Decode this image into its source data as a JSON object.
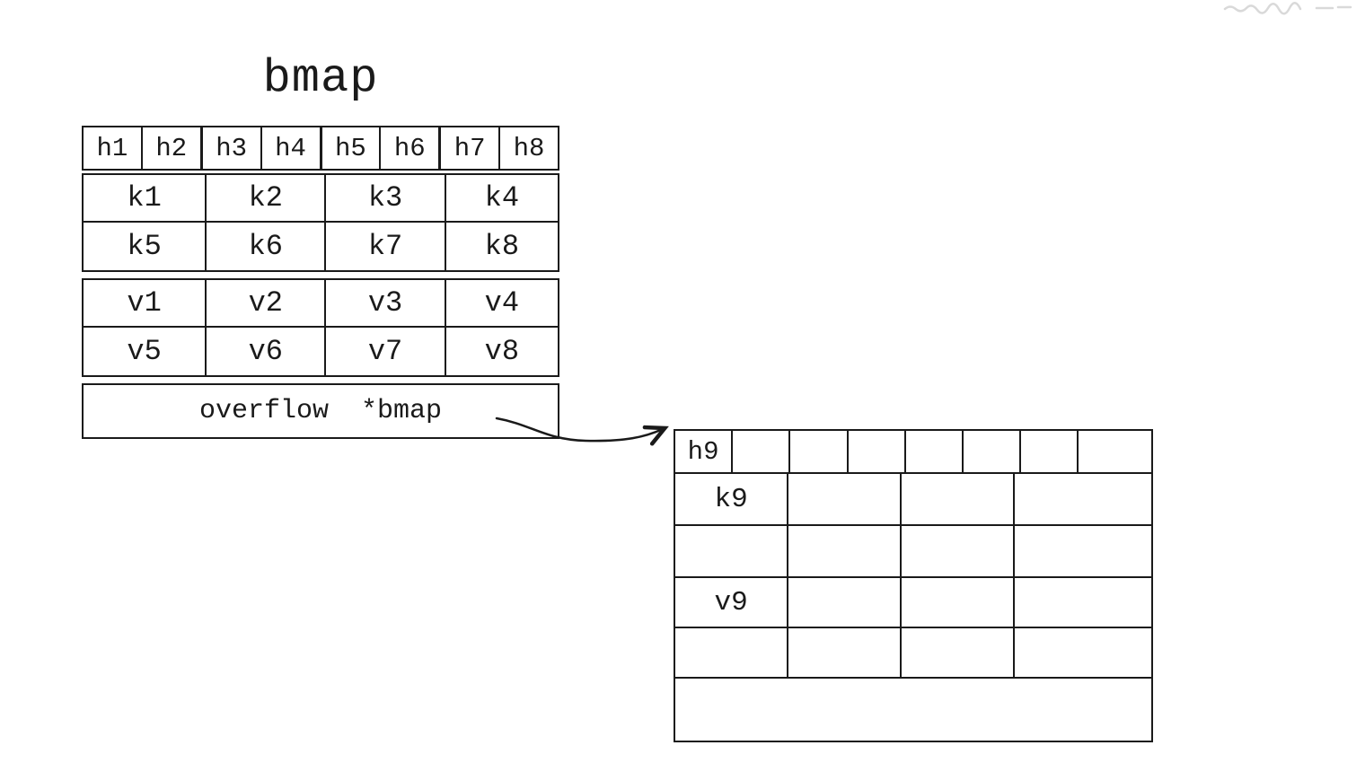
{
  "title": "bmap",
  "main_table": {
    "headers": [
      "h1",
      "h2",
      "h3",
      "h4",
      "h5",
      "h6",
      "h7",
      "h8"
    ],
    "key_rows": [
      [
        "k1",
        "k2",
        "k3",
        "k4"
      ],
      [
        "k5",
        "k6",
        "k7",
        "k8"
      ]
    ],
    "value_rows": [
      [
        "v1",
        "v2",
        "v3",
        "v4"
      ],
      [
        "v5",
        "v6",
        "v7",
        "v8"
      ]
    ],
    "overflow_label": "overflow  *bmap"
  },
  "overflow_table": {
    "headers": [
      "h9",
      "",
      "",
      "",
      "",
      "",
      "",
      ""
    ],
    "key_rows": [
      [
        "k9",
        "",
        "",
        ""
      ],
      [
        "",
        "",
        "",
        ""
      ]
    ],
    "value_rows": [
      [
        "v9",
        "",
        "",
        ""
      ],
      [
        "",
        "",
        "",
        ""
      ]
    ],
    "overflow_label": ""
  },
  "colors": {
    "ink": "#1a1a1a",
    "background": "#ffffff",
    "faint_artifact": "#d9d9d9"
  }
}
